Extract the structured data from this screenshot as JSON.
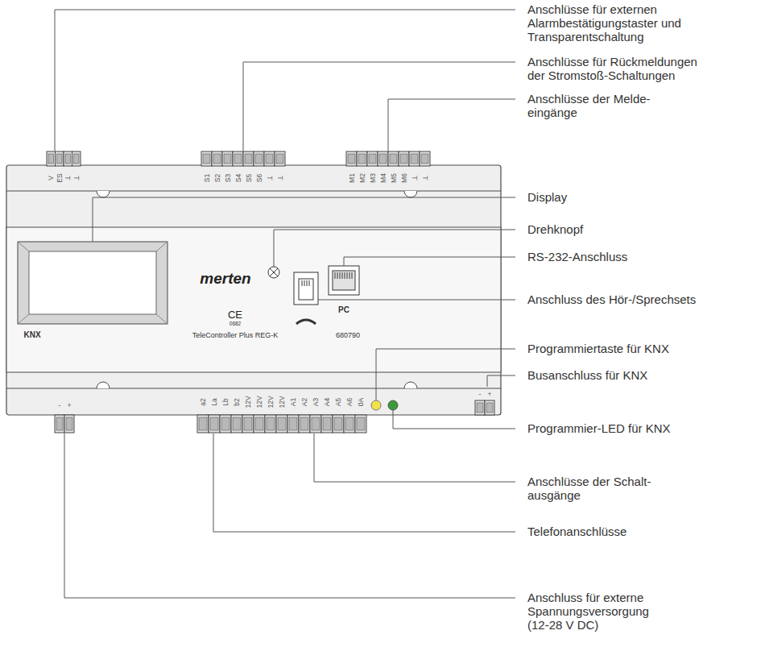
{
  "diagram": {
    "labels": [
      "Anschlüsse für externen Alarmbestätigungstaster und Transparentschaltung",
      "Anschlüsse für Rückmeldungen der Stromstoß-Schaltungen",
      "Anschlüsse der Melde- eingänge",
      "Display",
      "Drehknopf",
      "RS-232-Anschluss",
      "Anschluss des Hör-/Sprechsets",
      "Programmiertaste für KNX",
      "Busanschluss für KNX",
      "Programmier-LED für KNX",
      "Anschlüsse der Schalt- ausgänge",
      "Telefonanschlüsse",
      "Anschluss für externe Spannungsversorgung (12-28 V DC)",
      "merten",
      "TeleController Plus REG-K",
      "CE",
      "0682",
      "680790",
      "KNX",
      "PC",
      "V",
      "ES",
      "⊥",
      "⊥",
      "S1",
      "S2",
      "S3",
      "S4",
      "S5",
      "S6",
      "⊥",
      "⊥",
      "M1",
      "M2",
      "M3",
      "M4",
      "M5",
      "M6",
      "⊥",
      "⊥",
      "-",
      "+",
      "a2",
      "La",
      "Lb",
      "b2",
      "12V",
      "12V",
      "12V",
      "12V",
      "A1",
      "A2",
      "A3",
      "A4",
      "A5",
      "A6",
      "0A",
      "-",
      "+"
    ]
  }
}
